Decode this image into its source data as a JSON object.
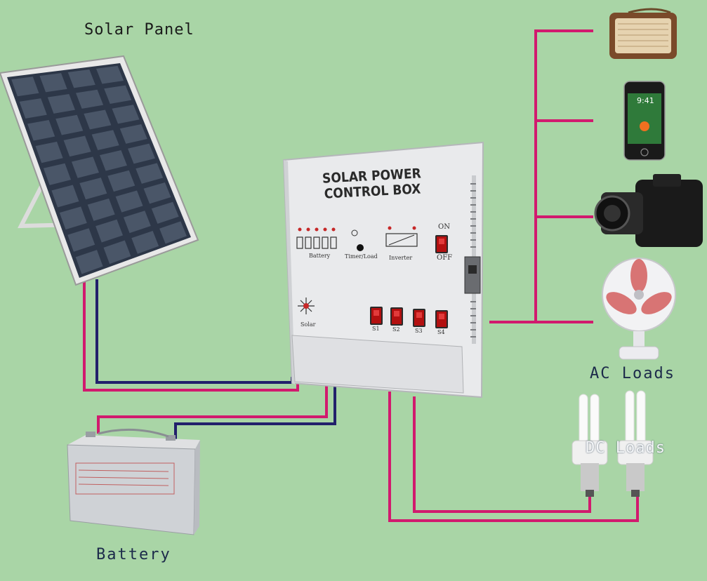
{
  "labels": {
    "solar_panel": "Solar Panel",
    "control_box": "SOLAR POWER CONTROL BOX",
    "battery": "Battery",
    "ac_loads": "AC Loads",
    "dc_loads": "DC Loads"
  },
  "panel_labels": {
    "battery_indicator": "Battery",
    "timer_load": "Timer/Load",
    "inverter": "Inverter",
    "on": "ON",
    "off": "OFF",
    "solar": "Solar",
    "switches": [
      "S1",
      "S2",
      "S3",
      "S4"
    ]
  },
  "phone_time": "9:41",
  "colors": {
    "background": "#a9d5a6",
    "positive_wire": "#d11a6e",
    "negative_wire": "#22206b",
    "switch_red": "#b31010"
  },
  "icons": [
    "solar-panel-icon",
    "battery-icon",
    "radio-icon",
    "phone-icon",
    "camera-icon",
    "fan-icon",
    "cfl-bulb-icon"
  ]
}
